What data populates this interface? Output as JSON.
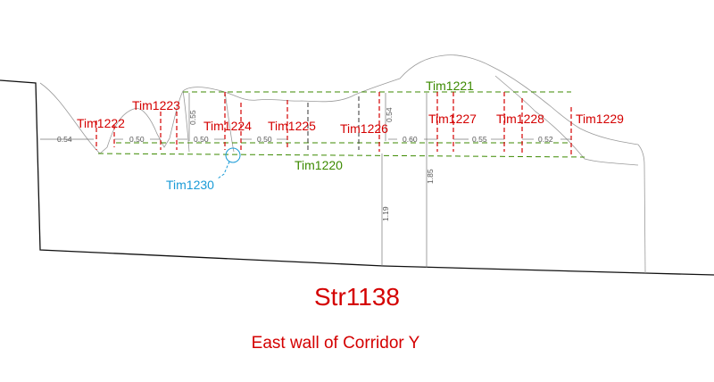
{
  "drawing": {
    "structure_id": "Str1138",
    "subtitle": "East wall of Corridor Y",
    "timber_labels": [
      {
        "id": "Tim1222",
        "kind": "red"
      },
      {
        "id": "Tim1223",
        "kind": "red"
      },
      {
        "id": "Tim1224",
        "kind": "red"
      },
      {
        "id": "Tim1225",
        "kind": "red"
      },
      {
        "id": "Tim1226",
        "kind": "red"
      },
      {
        "id": "Tim1227",
        "kind": "red"
      },
      {
        "id": "Tim1228",
        "kind": "red"
      },
      {
        "id": "Tim1229",
        "kind": "red"
      },
      {
        "id": "Tim1221",
        "kind": "green"
      },
      {
        "id": "Tim1220",
        "kind": "green"
      },
      {
        "id": "Tim1230",
        "kind": "blue"
      }
    ],
    "dimensions": {
      "spacing": [
        "0.54",
        "0.50",
        "0.50",
        "0.50",
        "0.60",
        "0.55",
        "0.52"
      ],
      "vertical": [
        "0.55",
        "0.54",
        "1.19",
        "1.85"
      ]
    },
    "colors": {
      "timber_red": "#d40000",
      "beam_green": "#3c8a00",
      "callout_blue": "#1a9bd7",
      "outline": "#999999",
      "ground": "#111111"
    }
  }
}
